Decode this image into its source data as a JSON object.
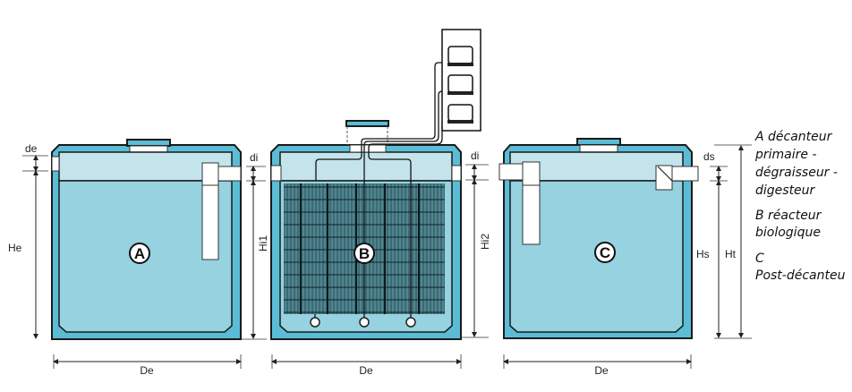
{
  "tanks": {
    "a": {
      "label": "A"
    },
    "b": {
      "label": "B"
    },
    "c": {
      "label": "C"
    }
  },
  "dimensions": {
    "de": "de",
    "he": "He",
    "di_1": "di",
    "hi1": "Hi1",
    "di_2": "di",
    "hi2": "Hi2",
    "ds": "ds",
    "hs": "Hs",
    "ht": "Ht",
    "width_a": "De",
    "width_b": "De",
    "width_c": "De"
  },
  "legend": {
    "a_lines": [
      "A décanteur",
      "primaire -",
      "dégraisseur -",
      "digesteur"
    ],
    "b_lines": [
      "B réacteur",
      "biologique"
    ],
    "c_lines": [
      "C",
      "Post-décanteu"
    ]
  },
  "colors": {
    "wall": "#5bbcd6",
    "water": "#96d2e0",
    "air_band": "#c4e4ec"
  }
}
